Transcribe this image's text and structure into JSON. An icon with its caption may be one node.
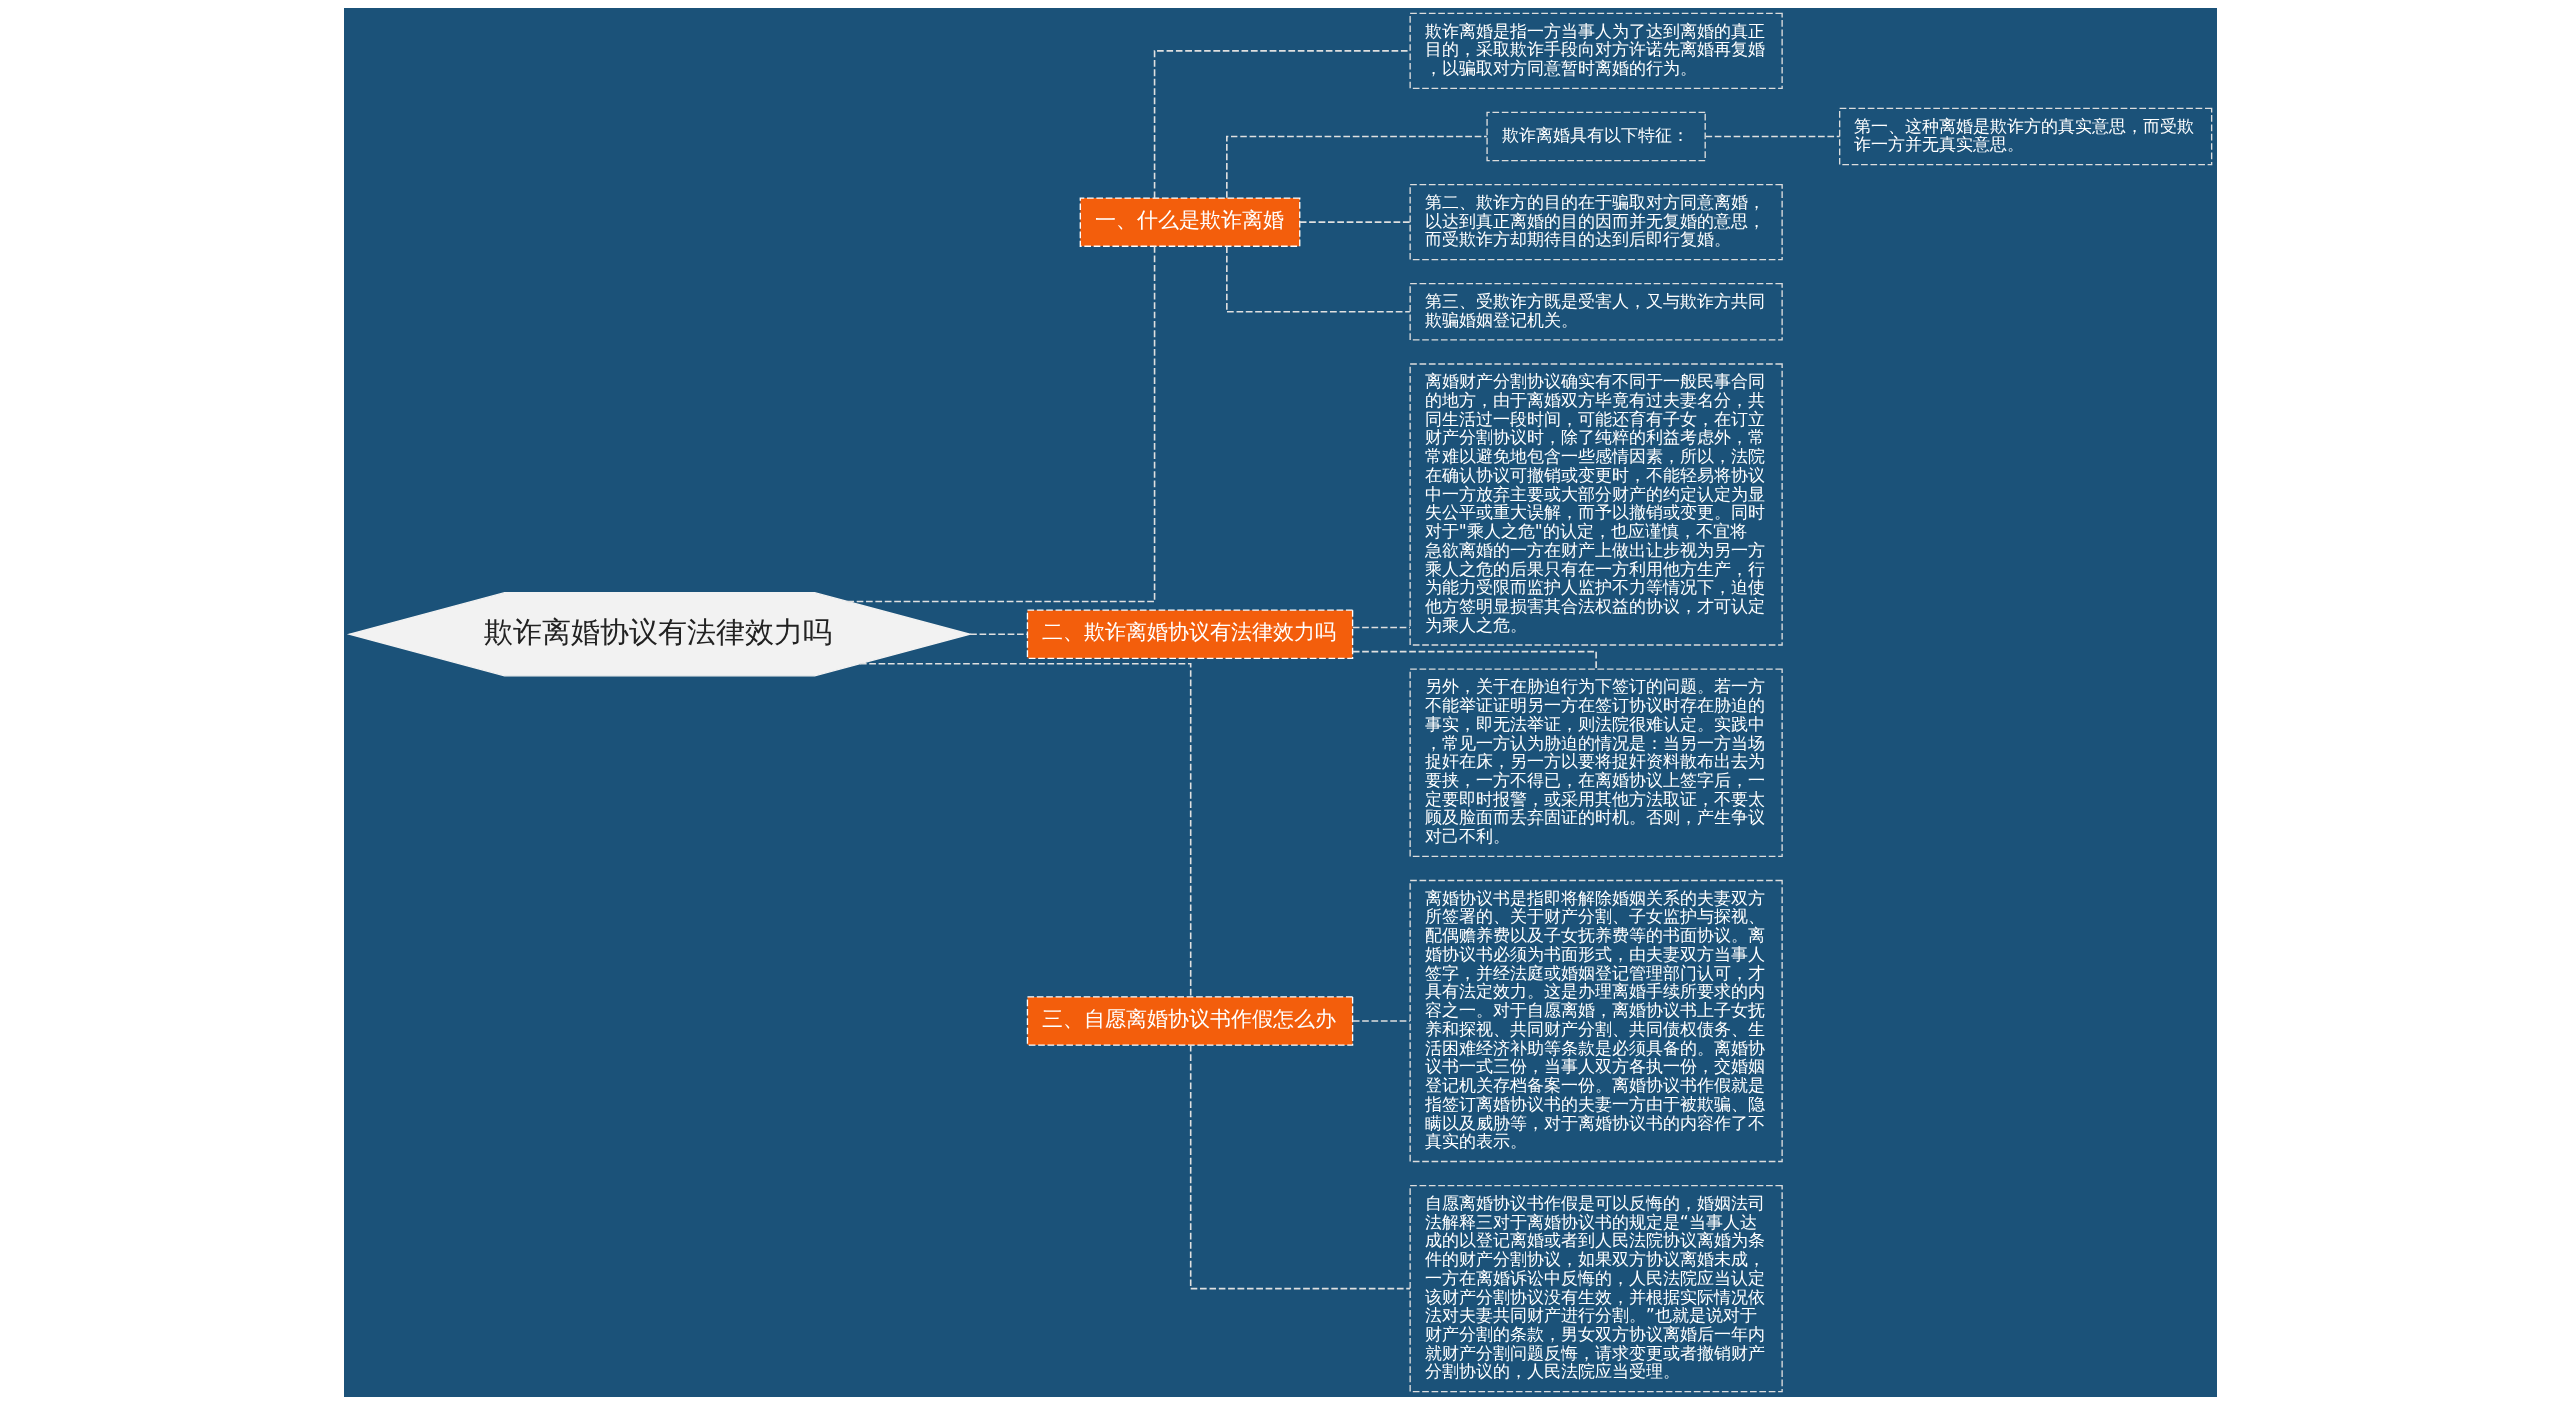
{
  "diagram": {
    "nodes": [
      {
        "text": [
          "欺诈离婚协议有法律效力吗"
        ]
      },
      {
        "text": [
          "一、什么是欺诈离婚"
        ]
      },
      {
        "text": [
          "欺诈离婚是指一方当事人为了达到离婚的真正目的，采取欺诈手段向对方许诺先离婚再复婚，以骗取对方同意暂时离婚的行为。"
        ]
      },
      {
        "text": [
          "欺诈离婚具有以下特征："
        ]
      },
      {
        "text": [
          "第一、这种离婚是欺诈方的真实意思，而受欺诈一方并无真实意思。"
        ]
      },
      {
        "text": [
          "第二、欺诈方的目的在于骗取对方同意离婚，以达到真正离婚的目的因而并无复婚的意思，而受欺诈方却期待目的达到后即行复婚。"
        ]
      },
      {
        "text": [
          "第三、受欺诈方既是受害人，又与欺诈方共同欺骗婚姻登记机关。"
        ]
      },
      {
        "text": [
          "二、欺诈离婚协议有法律效力吗"
        ]
      },
      {
        "text": [
          "离婚财产分割协议确实有不同于一般民事合同的地方，由于离婚双方毕竟有过夫妻名分，共同生活过一段时间，可能还育有子女，在订立财产分割协议时，除了纯粹的利益考虑外，常常难以避免地包含一些感情因素，所以，法院在确认协议可撤销或变更时，不能轻易将协议中一方放弃主要或大部分财产的约定认定为显失公平或重大误解，而予以撤销或变更。同时对于\"乘人之危\"的认定，也应谨慎，不宜将急欲离婚的一方在财产上做出让步视为另一方乘人之危的后果只有在一方利用他方生产，行为能力受限而监护人监护不力等情况下，迫使他方签明显损害其合法权益的协议，才可认定为乘人之危。"
        ]
      },
      {
        "text": [
          "另外，关于在胁迫行为下签订的问题。若一方不能举证证明另一方在签订协议时存在胁迫的事实，即无法举证，则法院很难认定。实践中，常见一方认为胁迫的情况是：当另一方当场捉奸在床，另一方以要将捉奸资料散布出去为要挟，一方不得已，在离婚协议上签字后，一定要即时报警，或采用其他方法取证，不要太顾及脸面而丢弃固证的时机。否则，产生争议对己不利。"
        ]
      },
      {
        "text": [
          "三、自愿离婚协议书作假怎么办"
        ]
      },
      {
        "text": [
          "离婚协议书是指即将解除婚姻关系的夫妻双方所签署的、关于财产分割、子女监护与探视、配偶赡养费以及子女抚养费等的书面协议。离婚协议书必须为书面形式，由夫妻双方当事人签字，并经法庭或婚姻登记管理部门认可，才具有法定效力。这是办理离婚手续所要求的内容之一。对于自愿离婚，离婚协议书上子女抚养和探视、共同财产分割、共同债权债务、生活困难经济补助等条款是必须具备的。离婚协议书一式三份，当事人双方各执一份，交婚姻登记机关存档备案一份。离婚协议书作假就是指签订离婚协议书的夫妻一方由于被欺骗、隐瞒以及威胁等，对于离婚协议书的内容作了不真实的表示。"
        ]
      },
      {
        "text": [
          "自愿离婚协议书作假是可以反悔的，婚姻法司法解释三对于离婚协议书的规定是“当事人达成的以登记离婚或者到人民法院协议离婚为条件的财产分割协议，如果双方协议离婚未成，一方在离婚诉讼中反悔的，人民法院应当认定该财产分割协议没有生效，并根据实际情况依法对夫妻共同财产进行分割。”也就是说对于财产分割的条款，男女双方协议离婚后一年内就财产分割问题反悔，请求变更或者撤销财产分割协议的，人民法院应当受理。"
        ]
      }
    ],
    "edges": [
      {
        "from": 0,
        "to": 1,
        "arrow": "none",
        "style": "dashed"
      },
      {
        "from": 1,
        "to": 2,
        "arrow": "none",
        "style": "dashed"
      },
      {
        "from": 1,
        "to": 3,
        "arrow": "none",
        "style": "dashed"
      },
      {
        "from": 3,
        "to": 4,
        "arrow": "none",
        "style": "dashed"
      },
      {
        "from": 1,
        "to": 5,
        "arrow": "none",
        "style": "dashed"
      },
      {
        "from": 1,
        "to": 6,
        "arrow": "none",
        "style": "dashed"
      },
      {
        "from": 0,
        "to": 7,
        "arrow": "none",
        "style": "dashed"
      },
      {
        "from": 7,
        "to": 8,
        "arrow": "none",
        "style": "dashed"
      },
      {
        "from": 7,
        "to": 9,
        "arrow": "none",
        "style": "dashed"
      },
      {
        "from": 0,
        "to": 10,
        "arrow": "none",
        "style": "dashed"
      },
      {
        "from": 10,
        "to": 11,
        "arrow": "none",
        "style": "dashed"
      },
      {
        "from": 10,
        "to": 12,
        "arrow": "none",
        "style": "dashed"
      }
    ]
  }
}
